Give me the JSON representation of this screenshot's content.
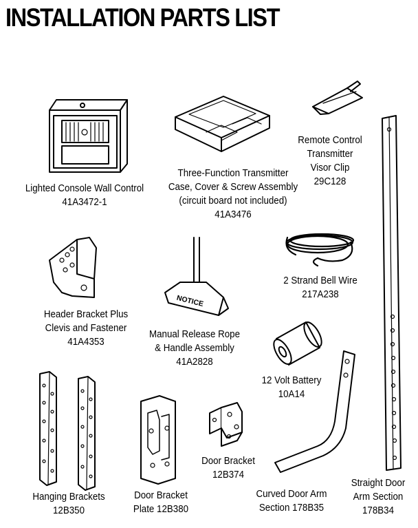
{
  "title": "INSTALLATION PARTS LIST",
  "parts": [
    {
      "id": "console",
      "name_lines": [
        "Lighted Console Wall Control"
      ],
      "part_no": "41A3472-1",
      "icon": "wall-control-console-icon"
    },
    {
      "id": "transmitter",
      "name_lines": [
        "Three-Function Transmitter",
        "Case, Cover & Screw Assembly",
        "(circuit board not included)"
      ],
      "part_no": "41A3476",
      "icon": "transmitter-case-icon"
    },
    {
      "id": "visor-clip",
      "name_lines": [
        "Remote Control",
        "Transmitter",
        "Visor Clip"
      ],
      "part_no": "29C128",
      "icon": "visor-clip-icon"
    },
    {
      "id": "header-bracket",
      "name_lines": [
        "Header Bracket Plus",
        "Clevis and Fastener"
      ],
      "part_no": "41A4353",
      "icon": "header-bracket-icon"
    },
    {
      "id": "release-rope",
      "name_lines": [
        "Manual Release Rope",
        "& Handle Assembly"
      ],
      "part_no": "41A2828",
      "icon": "release-rope-handle-icon",
      "handle_text": "NOTICE"
    },
    {
      "id": "bell-wire",
      "name_lines": [
        "2 Strand Bell Wire"
      ],
      "part_no": "217A238",
      "icon": "bell-wire-coil-icon"
    },
    {
      "id": "battery",
      "name_lines": [
        "12 Volt Battery"
      ],
      "part_no": "10A14",
      "icon": "battery-icon"
    },
    {
      "id": "hanging-brackets",
      "name_lines": [
        "Hanging Brackets"
      ],
      "part_no": "12B350",
      "icon": "hanging-brackets-icon"
    },
    {
      "id": "door-bracket-plate",
      "name_lines": [
        "Door Bracket"
      ],
      "part_no_line": "Plate 12B380",
      "icon": "door-bracket-plate-icon"
    },
    {
      "id": "door-bracket",
      "name_lines": [
        "Door Bracket"
      ],
      "part_no": "12B374",
      "icon": "door-bracket-icon"
    },
    {
      "id": "curved-arm",
      "name_lines": [
        "Curved Door Arm"
      ],
      "part_no_line": "Section 178B35",
      "icon": "curved-door-arm-icon"
    },
    {
      "id": "straight-arm",
      "name_lines": [
        "Straight Door",
        "Arm Section"
      ],
      "part_no": "178B34",
      "icon": "straight-door-arm-icon"
    }
  ]
}
